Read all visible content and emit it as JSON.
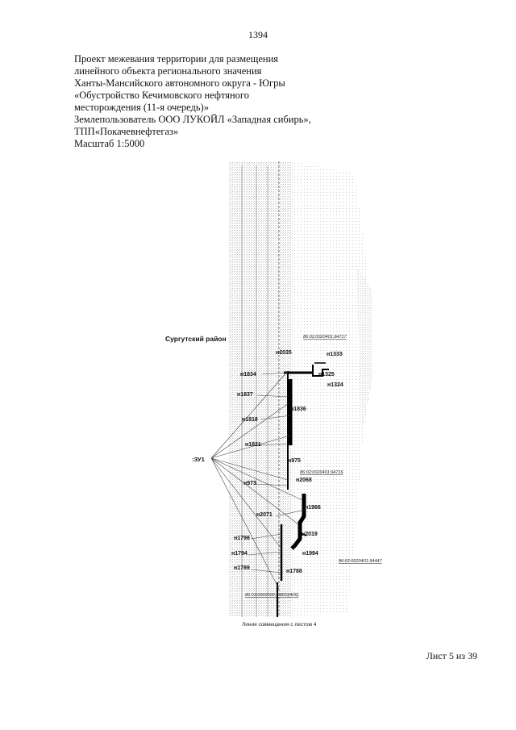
{
  "page_number": "1394",
  "header_lines": [
    "Проект межевания территории для размещения",
    "линейного объекта регионального значения",
    "Ханты-Мансийского автономного округа - Югры",
    "«Обустройство Кечимовского нефтяного",
    "месторождения (11-я очередь)»",
    "Землепользователь ООО ЛУКОЙЛ «Западная сибирь»,",
    "ТПП«Покачевнефтегаз»",
    "Масштаб 1:5000"
  ],
  "map": {
    "district_label": "Сургутский район",
    "parcel_label": ":ЗУ1",
    "cadastral_numbers": [
      "86:02:0020401:94717",
      "86:02:0020401:94716",
      "86:02:0020401:94447",
      "86:03:0000000:23820(406)"
    ],
    "point_labels": [
      "н2035",
      "н1333",
      "н1834",
      "н1325",
      "н1324",
      "н1837",
      "н1836",
      "н1818",
      "н1821",
      "н975",
      "н2068",
      "н973",
      "н1966",
      "н2071",
      "н1798",
      "н2019",
      "н1794",
      "н1994",
      "н1789",
      "н1788"
    ],
    "match_line_caption": "Линия совмещения с листом 4"
  },
  "sheet_label": "Лист 5 из 39"
}
